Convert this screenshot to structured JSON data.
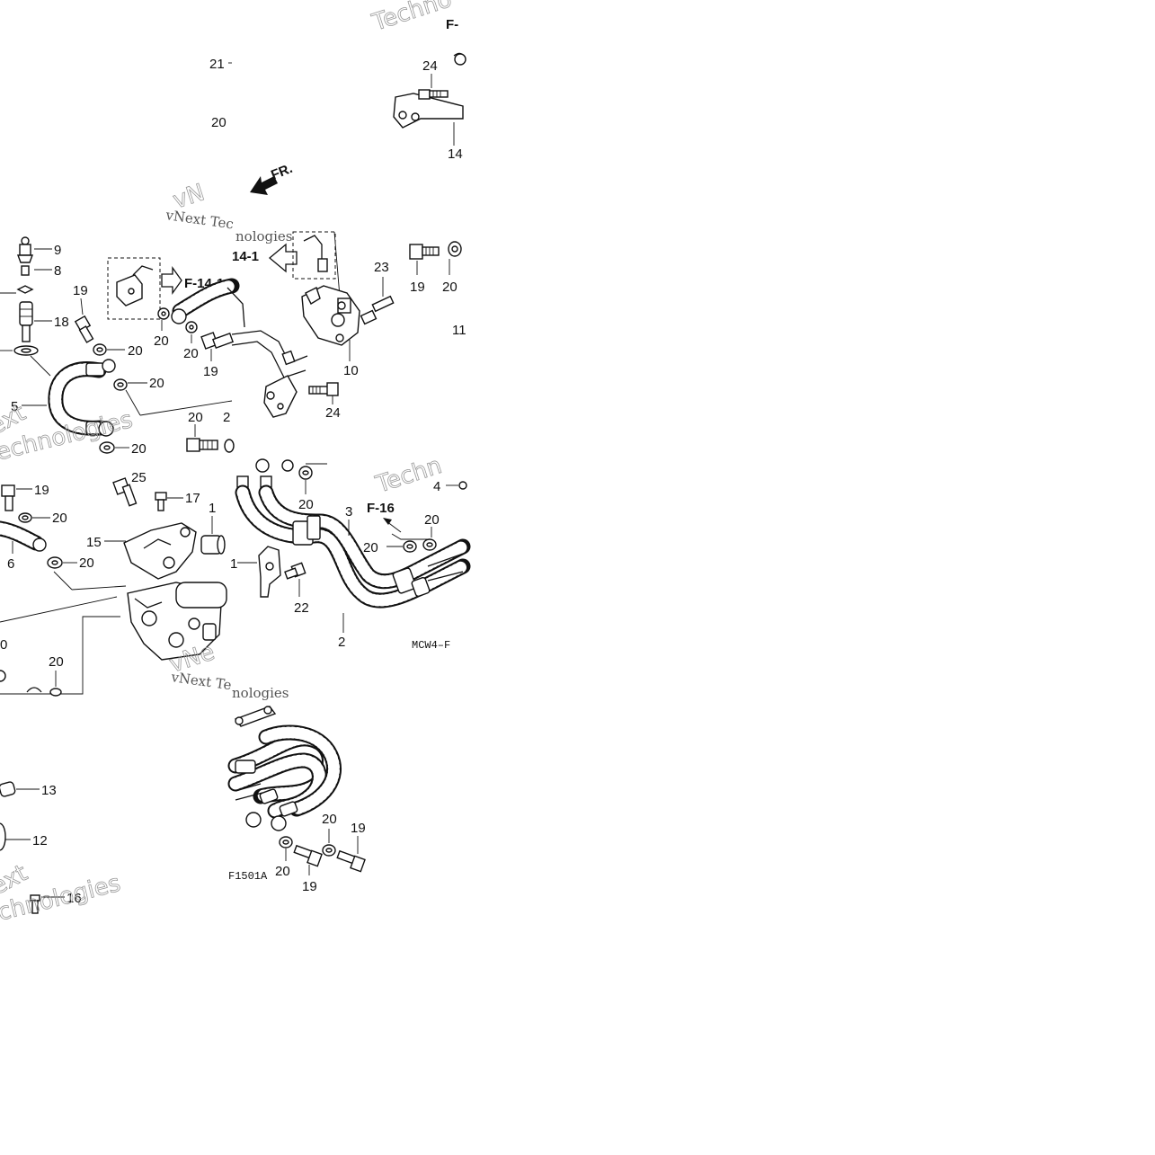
{
  "labels": {
    "tile1": [
      "21",
      "20",
      "24",
      "14"
    ],
    "tile2": [
      "9",
      "8",
      "18",
      "5",
      "19",
      "20",
      "20",
      "20",
      "20",
      "20",
      "19",
      "20"
    ],
    "tile3": [
      "23",
      "19",
      "20",
      "10",
      "24",
      "19",
      "11"
    ],
    "tile4": [
      "25",
      "17",
      "19",
      "20",
      "1",
      "15",
      "6",
      "20",
      "20",
      "20"
    ],
    "tile5": [
      "4",
      "3",
      "20",
      "20",
      "20",
      "1",
      "22",
      "2"
    ],
    "tile6": [
      "13",
      "12",
      "16"
    ],
    "tile7": [
      "20",
      "19",
      "20",
      "19"
    ]
  },
  "refs": {
    "fr": "FR.",
    "f14_1_a": "F-14-1",
    "f14_1_b": "14-1",
    "f16": "F-16",
    "f_top": "F-"
  },
  "codes": {
    "mcw4": "MCW4–F",
    "f1501a": "F1501A"
  },
  "watermarks": {
    "w1": "Techno",
    "w2": "vNext Tec",
    "w3": "nologies",
    "w4": "ext",
    "w5": "echnologies",
    "w6": "Techn",
    "w7": "vNext Te",
    "w8": "nologies",
    "w9": "ext",
    "w10": "chnologies"
  }
}
